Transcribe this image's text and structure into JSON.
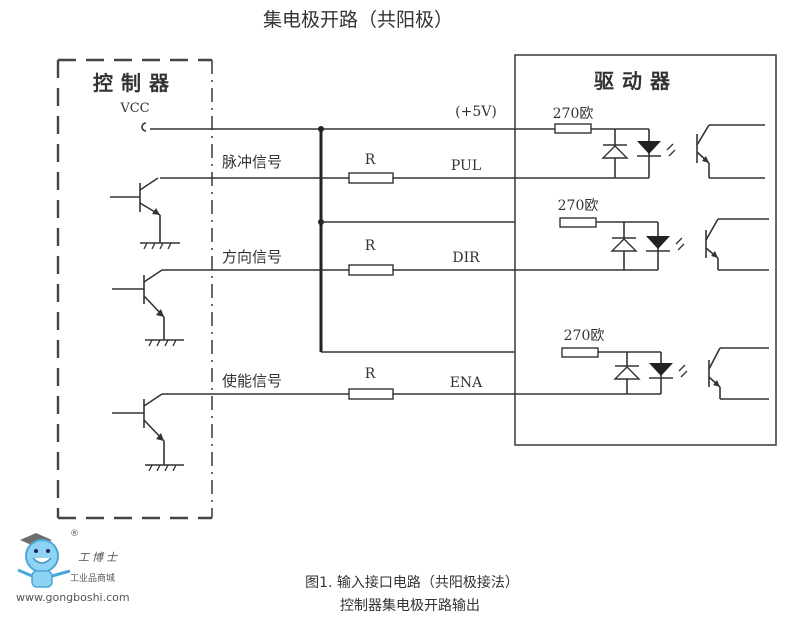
{
  "title": "集电极开路（共阳极）",
  "controller": {
    "label": "控制器",
    "vcc_label": "VCC",
    "signals": [
      {
        "name": "脉冲信号",
        "resistor": "R",
        "terminal": "PUL"
      },
      {
        "name": "方向信号",
        "resistor": "R",
        "terminal": "DIR"
      },
      {
        "name": "使能信号",
        "resistor": "R",
        "terminal": "ENA"
      }
    ]
  },
  "supply_label": "(+5V)",
  "driver": {
    "label": "驱动器",
    "resistors": [
      "270欧",
      "270欧",
      "270欧"
    ]
  },
  "caption": {
    "line1": "图1.  输入接口电路（共阳极接法）",
    "line2": "控制器集电极开路输出"
  },
  "watermark": {
    "brand_cn": "工博士",
    "subtitle": "工业品商城",
    "url": "www.gongboshi.com",
    "registered": "®"
  },
  "colors": {
    "line": "#333333",
    "watermark_blue": "#5bb8e6",
    "background": "#ffffff"
  }
}
